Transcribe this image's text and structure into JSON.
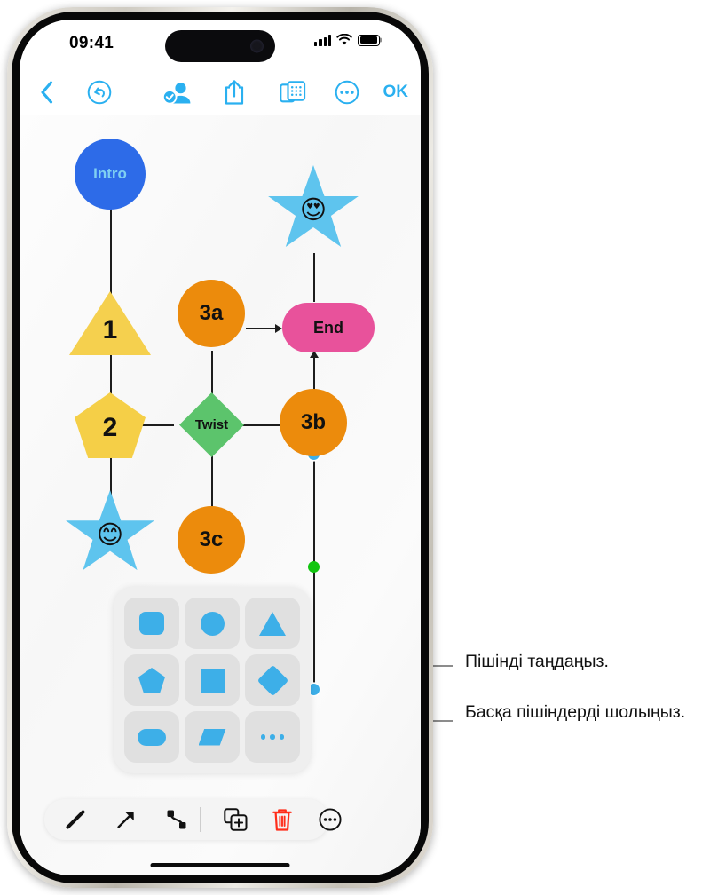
{
  "status_bar": {
    "time": "09:41",
    "signal_icon": "cellular-signal-icon",
    "wifi_icon": "wifi-icon",
    "battery_icon": "battery-icon"
  },
  "top_toolbar": {
    "back_icon": "back-chevron-icon",
    "undo_icon": "undo-icon",
    "collaborate_icon": "collaborate-person-check-icon",
    "share_icon": "share-icon",
    "insert_icon": "insert-object-icon",
    "more_icon": "more-ellipsis-icon",
    "done_label": "OK"
  },
  "canvas": {
    "nodes": [
      {
        "id": "intro",
        "label": "Intro",
        "shape": "circle",
        "color": "#2D6BE8",
        "text_color": "#7FD0F2"
      },
      {
        "id": "n1",
        "label": "1",
        "shape": "triangle",
        "color": "#F5D04E",
        "text_color": "#111111"
      },
      {
        "id": "n2",
        "label": "2",
        "shape": "pentagon",
        "color": "#F5CF47",
        "text_color": "#111111"
      },
      {
        "id": "star1",
        "label": "😊",
        "shape": "star",
        "color": "#5EC4EE",
        "text_color": "#111111"
      },
      {
        "id": "n3a",
        "label": "3a",
        "shape": "circle",
        "color": "#EC8B0C",
        "text_color": "#111111"
      },
      {
        "id": "twist",
        "label": "Twist",
        "shape": "diamond",
        "color": "#5CC46C",
        "text_color": "#111111"
      },
      {
        "id": "n3c",
        "label": "3c",
        "shape": "circle",
        "color": "#EC8B0C",
        "text_color": "#111111"
      },
      {
        "id": "star2",
        "label": "😍",
        "shape": "star",
        "color": "#5EC4EE",
        "text_color": "#111111"
      },
      {
        "id": "end",
        "label": "End",
        "shape": "rounded-pill",
        "color": "#E8529B",
        "text_color": "#111111"
      },
      {
        "id": "n3b",
        "label": "3b",
        "shape": "circle",
        "color": "#EC8B0C",
        "text_color": "#111111"
      }
    ],
    "selected_connector": {
      "start_handle_color": "#3DAFE8",
      "mid_handle_color": "#12C510",
      "end_handle_color": "#3DAFE8"
    }
  },
  "shape_palette": {
    "cells": [
      {
        "name": "rounded-square-shape",
        "icon": "rounded-square-icon"
      },
      {
        "name": "circle-shape",
        "icon": "circle-icon"
      },
      {
        "name": "triangle-shape",
        "icon": "triangle-icon"
      },
      {
        "name": "pentagon-shape",
        "icon": "pentagon-icon"
      },
      {
        "name": "square-shape",
        "icon": "square-icon"
      },
      {
        "name": "diamond-shape",
        "icon": "diamond-icon"
      },
      {
        "name": "pill-shape",
        "icon": "pill-icon"
      },
      {
        "name": "parallelogram-shape",
        "icon": "parallelogram-icon"
      },
      {
        "name": "more-shapes",
        "icon": "ellipsis-icon"
      }
    ],
    "accent_color": "#3DAFE8"
  },
  "bottom_toolbar": {
    "line_icon": "line-tool-icon",
    "arrow_icon": "arrow-tool-icon",
    "connector_icon": "elbow-connector-tool-icon",
    "duplicate_icon": "duplicate-icon",
    "delete_icon": "trash-delete-icon",
    "more_icon": "more-ellipsis-icon",
    "delete_color": "#FF2D1A"
  },
  "callouts": [
    {
      "id": "callout-choose-shape",
      "text": "Пішінді таңдаңыз."
    },
    {
      "id": "callout-browse-shapes",
      "text": "Басқа пішіндерді шолыңыз."
    }
  ]
}
